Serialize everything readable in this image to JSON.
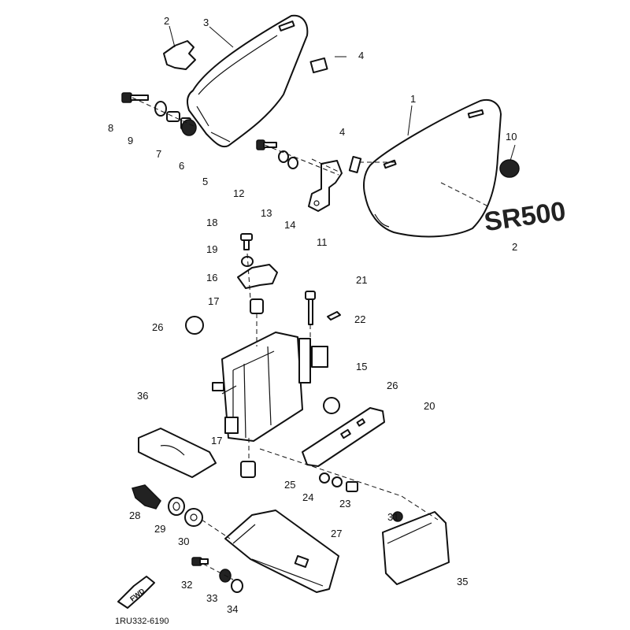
{
  "diagram": {
    "caption": "1RU332-6190",
    "callouts": {
      "c1": "1",
      "c2a": "2",
      "c2b": "2",
      "c3": "3",
      "c4a": "4",
      "c4b": "4",
      "c5": "5",
      "c6": "6",
      "c7": "7",
      "c8": "8",
      "c9": "9",
      "c10": "10",
      "c11": "11",
      "c12": "12",
      "c13": "13",
      "c14": "14",
      "c15": "15",
      "c16": "16",
      "c17a": "17",
      "c17b": "17",
      "c18": "18",
      "c19": "19",
      "c20": "20",
      "c21": "21",
      "c22": "22",
      "c23": "23",
      "c24": "24",
      "c25": "25",
      "c26a": "26",
      "c26b": "26",
      "c27": "27",
      "c28": "28",
      "c29": "29",
      "c30": "30",
      "c31": "31",
      "c32": "32",
      "c33": "33",
      "c34": "34",
      "c35": "35",
      "c36": "36"
    },
    "emblem_text": "SR500",
    "fwd_text": "FWD"
  }
}
